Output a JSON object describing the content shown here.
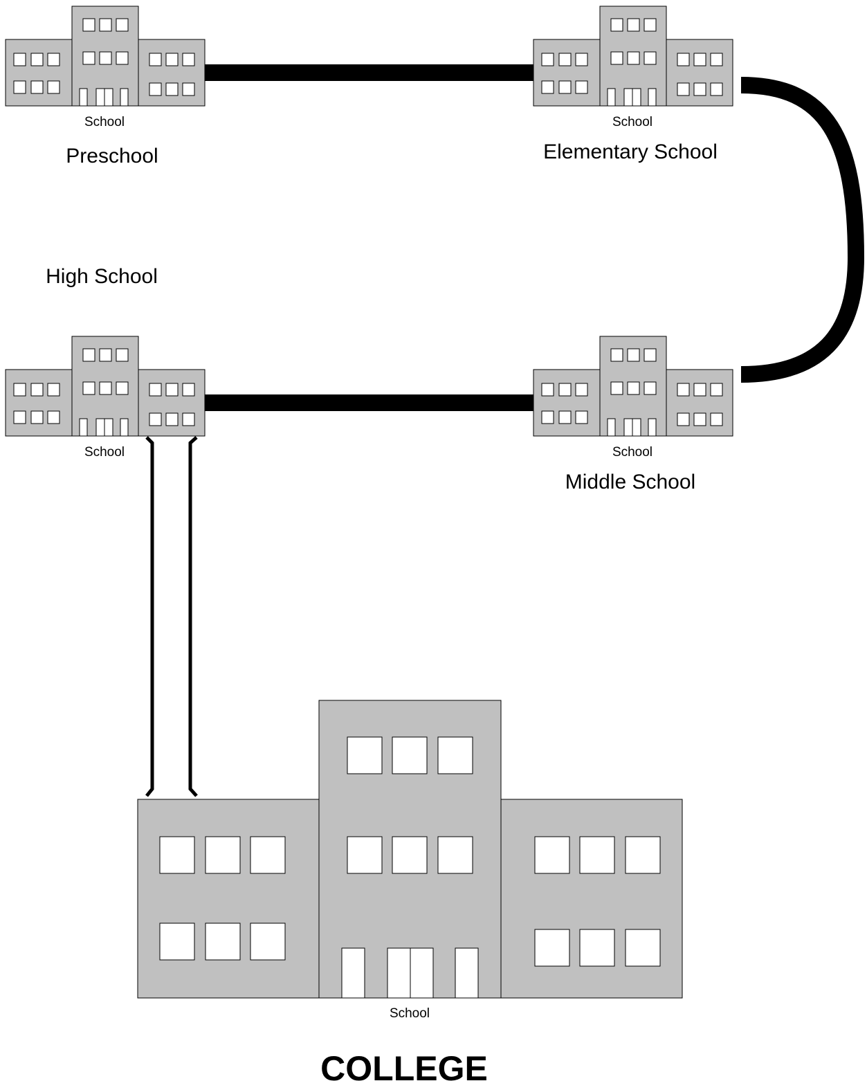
{
  "diagram": {
    "building_caption": "School",
    "stages": {
      "preschool": "Preschool",
      "elementary": "Elementary School",
      "middle": "Middle School",
      "high": "High School",
      "college": "COLLEGE"
    },
    "colors": {
      "building_fill": "#c0c0c0",
      "window_fill": "#ffffff",
      "connector": "#000000"
    },
    "buildings": [
      {
        "id": "preschool",
        "icon": "school-building-icon"
      },
      {
        "id": "elementary",
        "icon": "school-building-icon"
      },
      {
        "id": "high",
        "icon": "school-building-icon"
      },
      {
        "id": "middle",
        "icon": "school-building-icon"
      },
      {
        "id": "college",
        "icon": "school-building-icon"
      }
    ],
    "connections": [
      {
        "from": "preschool",
        "to": "elementary"
      },
      {
        "from": "elementary",
        "to": "middle"
      },
      {
        "from": "middle",
        "to": "high"
      },
      {
        "from": "high",
        "to": "college"
      }
    ]
  }
}
